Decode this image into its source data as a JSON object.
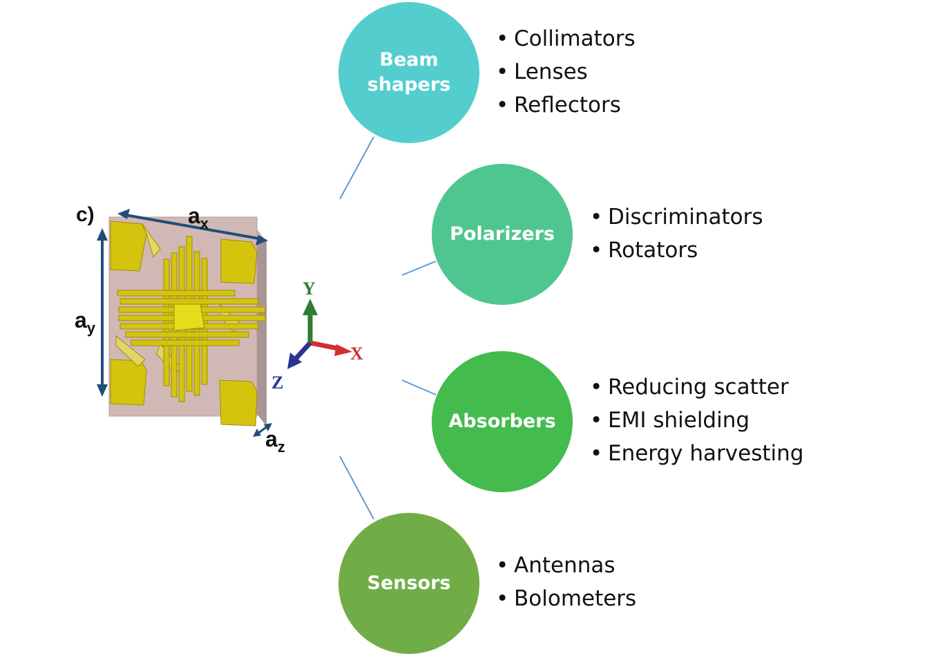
{
  "figure": {
    "panel_label": "c)",
    "dim_labels": {
      "ax_main": "a",
      "ax_sub": "x",
      "ay_main": "a",
      "ay_sub": "y",
      "az_main": "a",
      "az_sub": "z"
    },
    "axes_labels": {
      "y": "Y",
      "x": "X",
      "z": "Z"
    }
  },
  "categories": [
    {
      "title_lines": [
        "Beam",
        "shapers"
      ],
      "color": "#54CDCF",
      "items": [
        "Collimators",
        "Lenses",
        "Reflectors"
      ]
    },
    {
      "title_lines": [
        "Polarizers"
      ],
      "color": "#4FC68F",
      "items": [
        "Discriminators",
        "Rotators"
      ]
    },
    {
      "title_lines": [
        "Absorbers"
      ],
      "color": "#44BB4D",
      "items": [
        "Reducing scatter",
        "EMI shielding",
        "Energy harvesting"
      ]
    },
    {
      "title_lines": [
        "Sensors"
      ],
      "color": "#70AD47",
      "items": [
        "Antennas",
        "Bolometers"
      ]
    }
  ],
  "bullet_glyph": "•",
  "connector_color": "#5B9BD5"
}
